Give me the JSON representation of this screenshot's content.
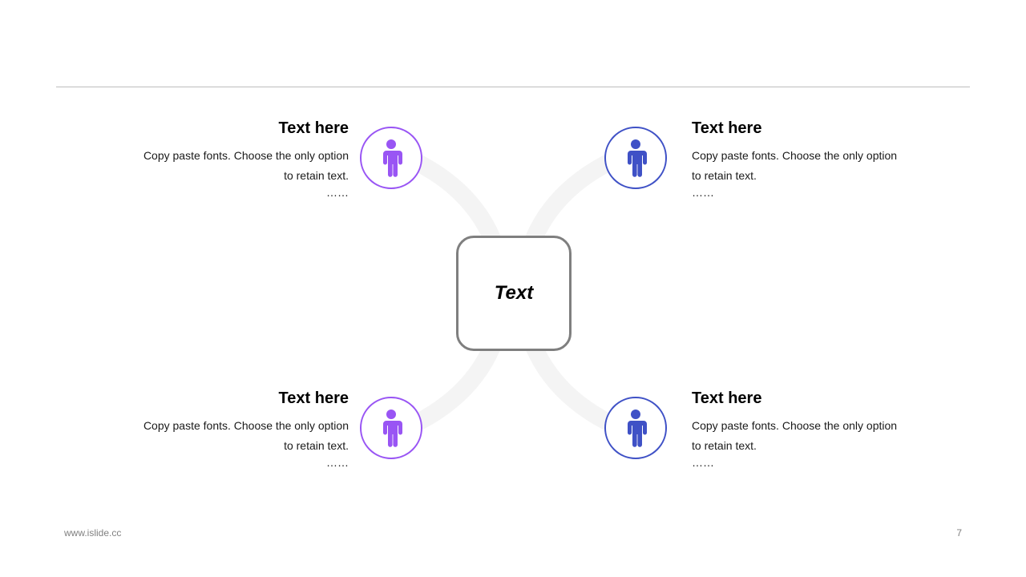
{
  "center": {
    "label": "Text"
  },
  "items": [
    {
      "title": "Text here",
      "body": "Copy paste fonts. Choose the only option to retain text.",
      "dots": "……",
      "color": "#9955f4"
    },
    {
      "title": "Text here",
      "body": "Copy paste fonts. Choose the only option to retain text.",
      "dots": "……",
      "color": "#3f51c6"
    },
    {
      "title": "Text here",
      "body": "Copy paste fonts. Choose the only option to retain text.",
      "dots": "……",
      "color": "#9955f4"
    },
    {
      "title": "Text here",
      "body": "Copy paste fonts. Choose the only option to retain text.",
      "dots": "……",
      "color": "#3f51c6"
    }
  ],
  "footer": {
    "site": "www.islide.cc",
    "page": "7"
  },
  "colors": {
    "purple": "#9955f4",
    "blue": "#3f51c6",
    "rule": "#bdbdbd",
    "box_border": "#7f7f7f"
  }
}
